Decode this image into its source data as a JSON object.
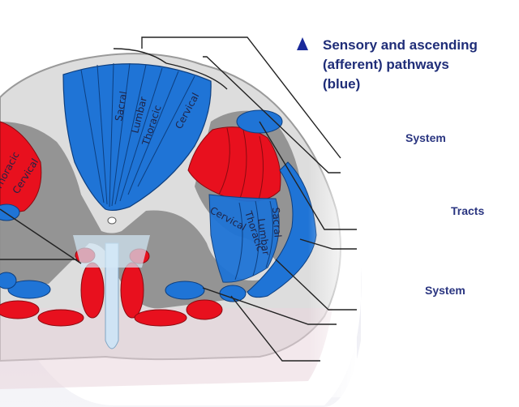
{
  "legend": {
    "title_lines": [
      "Sensory and ascending",
      "(afferent) pathways",
      "(blue)"
    ],
    "arrow_color": "#1a2a9a"
  },
  "labels": {
    "system_top": "System",
    "tracts": "Tracts",
    "system_bottom": "System"
  },
  "segments": {
    "dorsal": [
      "Sacral",
      "Lumbar",
      "Thoracic",
      "Cervical"
    ],
    "lateral": [
      "Cervical",
      "Thoracic",
      "Lumbar",
      "Sacral"
    ],
    "left": [
      "Thoracic",
      "Cervical"
    ]
  },
  "colors": {
    "ascending": "#1f74d6",
    "descending": "#e8101e",
    "grey_matter": "#8f8f8f",
    "white_matter": "#dcdcdc"
  }
}
